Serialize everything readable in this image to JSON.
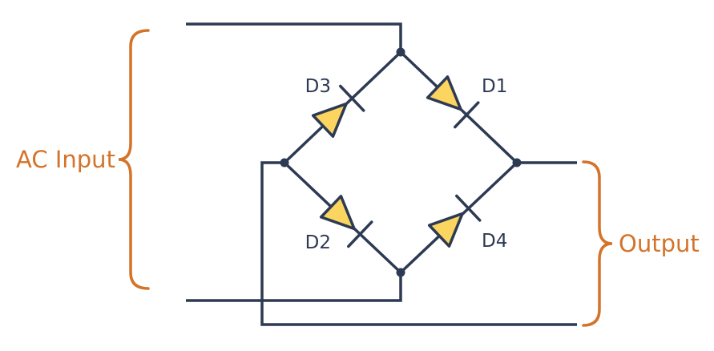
{
  "diagram": {
    "labels": {
      "ac_input": "AC Input",
      "output": "Output",
      "d1": "D1",
      "d2": "D2",
      "d3": "D3",
      "d4": "D4"
    },
    "colors": {
      "wire": "#2d3a53",
      "diode_fill": "#fbd55f",
      "brace": "#d4732a",
      "label": "#2d3a53",
      "background": "#ffffff"
    }
  }
}
